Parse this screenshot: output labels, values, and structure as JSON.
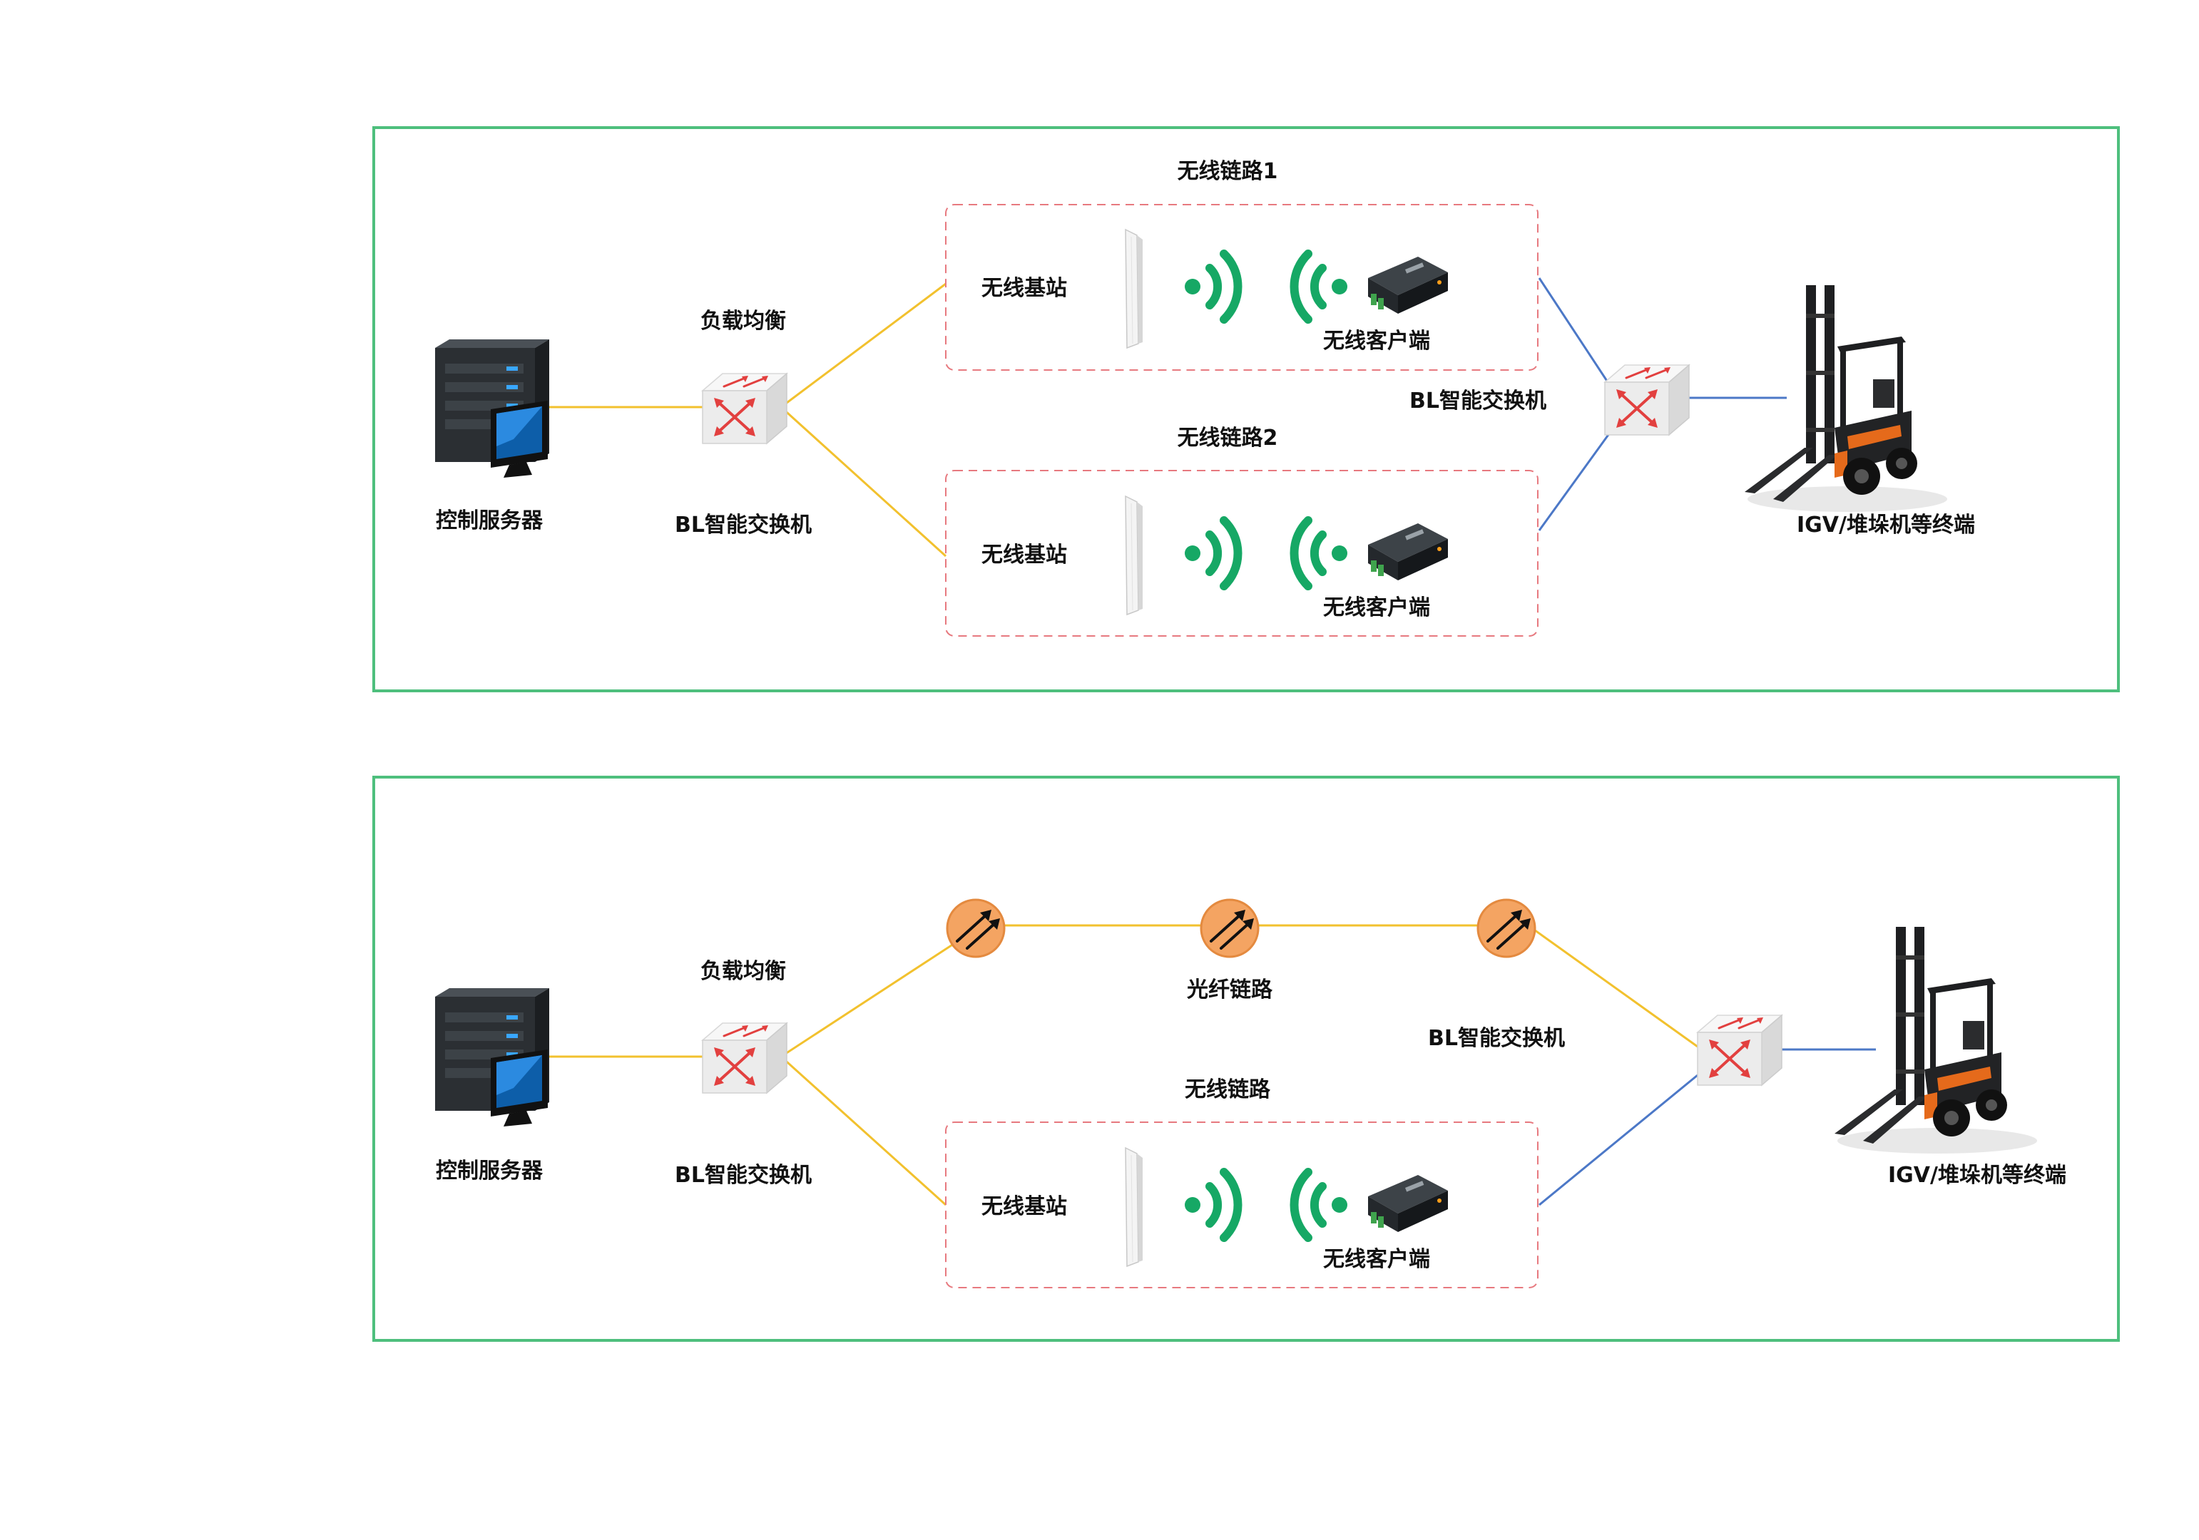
{
  "colors": {
    "frame": "#4ebf7d",
    "group_dash": "#e7797f",
    "link_yellow": "#f2c12e",
    "link_blue": "#4c78c7",
    "wifi_green": "#16a865",
    "fiber_node": "#f4a462",
    "switch_arrow": "#e2403f"
  },
  "diagram1": {
    "server_label": "控制服务器",
    "load_balance_label": "负载均衡",
    "switch_left_label": "BL智能交换机",
    "link1_title": "无线链路1",
    "link2_title": "无线链路2",
    "link1_base": "无线基站",
    "link1_client": "无线客户端",
    "link2_base": "无线基站",
    "link2_client": "无线客户端",
    "switch_right_label": "BL智能交换机",
    "terminal_label": "IGV/堆垛机等终端"
  },
  "diagram2": {
    "server_label": "控制服务器",
    "load_balance_label": "负载均衡",
    "switch_left_label": "BL智能交换机",
    "fiber_label": "光纤链路",
    "switch_right_label": "BL智能交换机",
    "wireless_title": "无线链路",
    "wireless_base": "无线基站",
    "wireless_client": "无线客户端",
    "terminal_label": "IGV/堆垛机等终端"
  },
  "icons": [
    "server-icon",
    "monitor-icon",
    "switch-icon",
    "antenna-icon",
    "wifi-signal-icon",
    "wireless-client-device-icon",
    "fiber-node-icon",
    "forklift-icon"
  ]
}
